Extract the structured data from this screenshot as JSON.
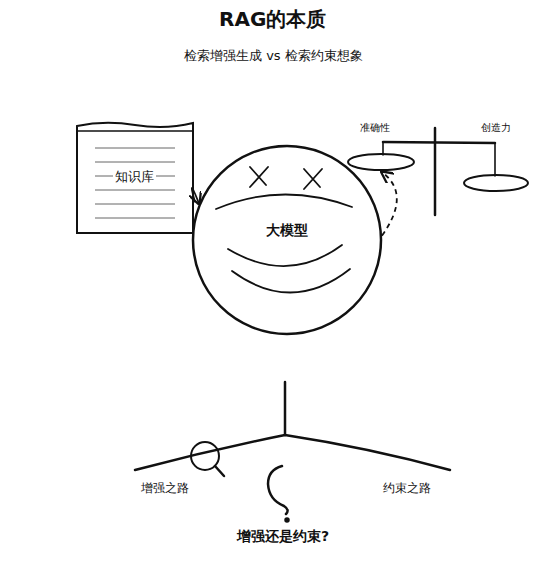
{
  "diagram": {
    "title": "RAG的本质",
    "caption": "增强还是约束?",
    "nodes": [
      {
        "text": [
          "知识库"
        ]
      },
      {
        "text": [
          "大模型"
        ]
      },
      {
        "text": [
          "准确性"
        ]
      },
      {
        "text": [
          "创造力"
        ]
      }
    ],
    "edges": [
      {
        "from": 0,
        "to": 1,
        "arrow": "to"
      },
      {
        "from": 1,
        "to": 2,
        "arrow": "to"
      }
    ],
    "labels": [
      "检索增强生成 vs 检索约束想象",
      "增强之路",
      "约束之路"
    ]
  }
}
